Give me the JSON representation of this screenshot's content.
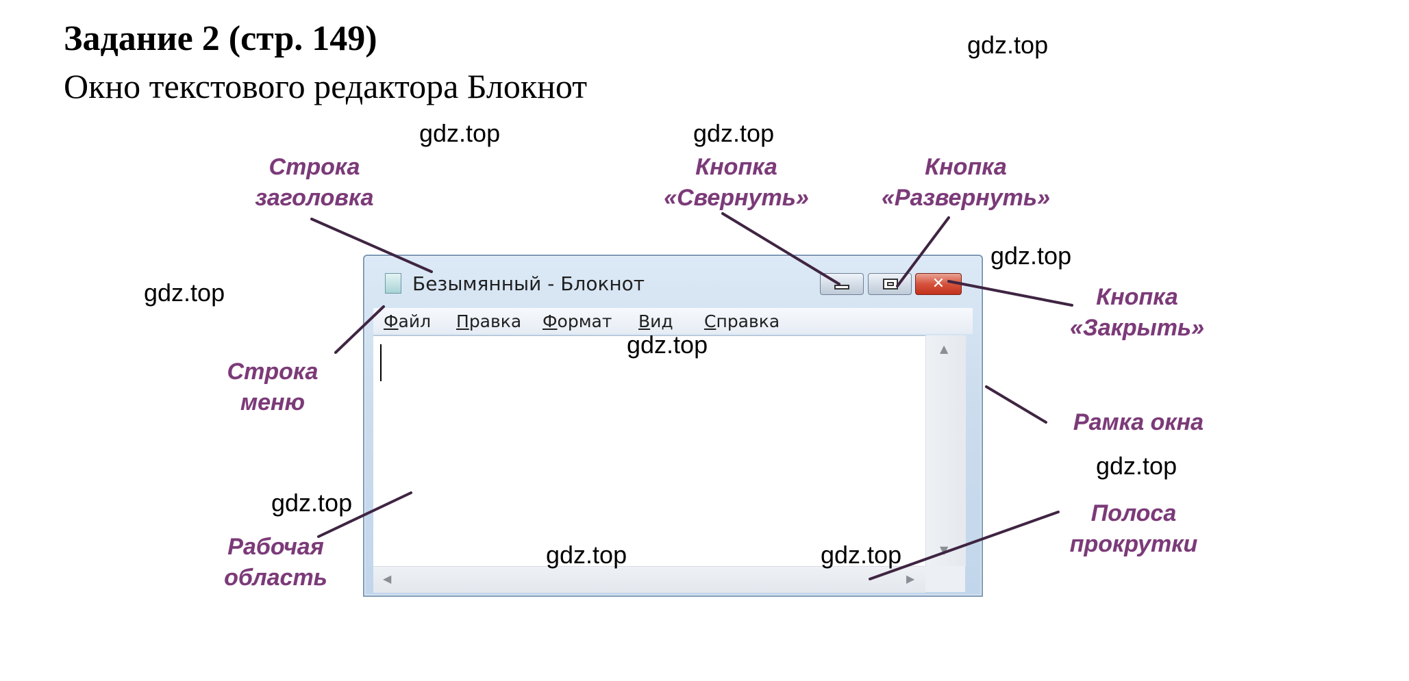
{
  "task": {
    "title": "Задание 2 (стр. 149)",
    "subtitle": "Окно текстового редактора Блокнот"
  },
  "watermark": "gdz.top",
  "notepad": {
    "window_title": "Безымянный - Блокнот",
    "close_glyph": "✕",
    "menu": [
      "Файл",
      "Правка",
      "Формат",
      "Вид",
      "Справка"
    ]
  },
  "callouts": {
    "title_bar": [
      "Строка",
      "заголовка"
    ],
    "minimize_button": [
      "Кнопка",
      "«Свернуть»"
    ],
    "maximize_button": [
      "Кнопка",
      "«Развернуть»"
    ],
    "close_button": [
      "Кнопка",
      "«Закрыть»"
    ],
    "menu_bar": [
      "Строка",
      "меню"
    ],
    "window_frame": [
      "Рамка окна"
    ],
    "work_area": [
      "Рабочая",
      "область"
    ],
    "scroll_bar": [
      "Полоса",
      "прокрутки"
    ]
  },
  "colors": {
    "callout_text": "#7b3a78",
    "leader_line": "#3f2542",
    "close_button": "#c8412b"
  }
}
